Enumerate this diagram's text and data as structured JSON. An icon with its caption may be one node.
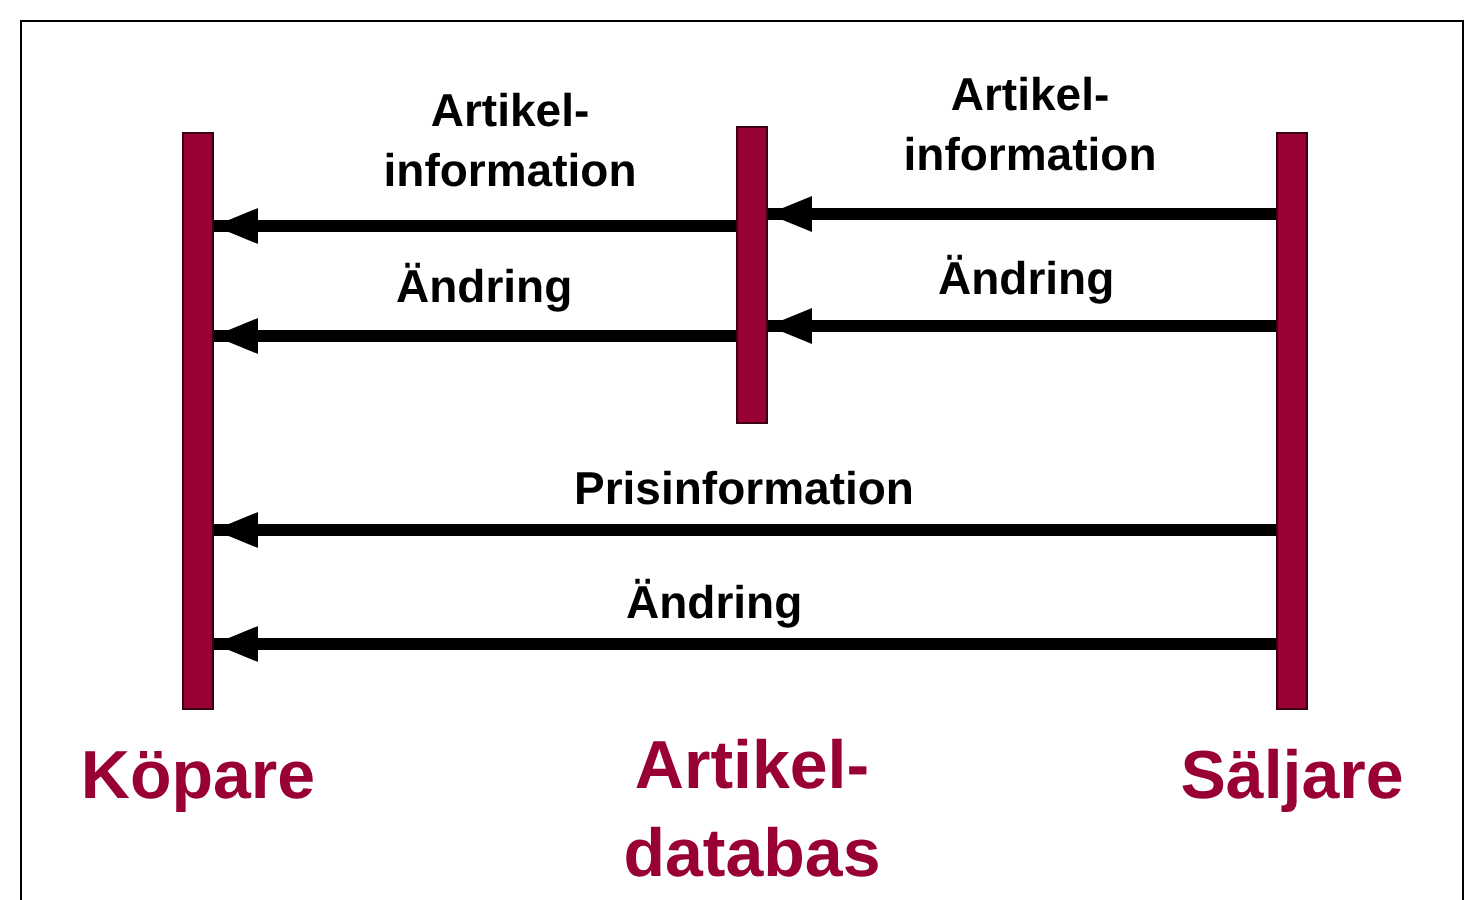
{
  "diagram": {
    "nodes": [
      {
        "text": [
          "Köpare"
        ]
      },
      {
        "text": [
          "Artikel- databas"
        ]
      },
      {
        "text": [
          "Säljare"
        ]
      }
    ],
    "edges": [
      {
        "from": 2,
        "to": 1,
        "arrow": "to",
        "label": "Artikel- information"
      },
      {
        "from": 1,
        "to": 0,
        "arrow": "to",
        "label": "Artikel- information"
      },
      {
        "from": 2,
        "to": 1,
        "arrow": "to",
        "label": "Ändring"
      },
      {
        "from": 1,
        "to": 0,
        "arrow": "to",
        "label": "Ändring"
      },
      {
        "from": 2,
        "to": 0,
        "arrow": "to",
        "label": "Prisinformation"
      },
      {
        "from": 2,
        "to": 0,
        "arrow": "to",
        "label": "Ändring"
      }
    ]
  }
}
